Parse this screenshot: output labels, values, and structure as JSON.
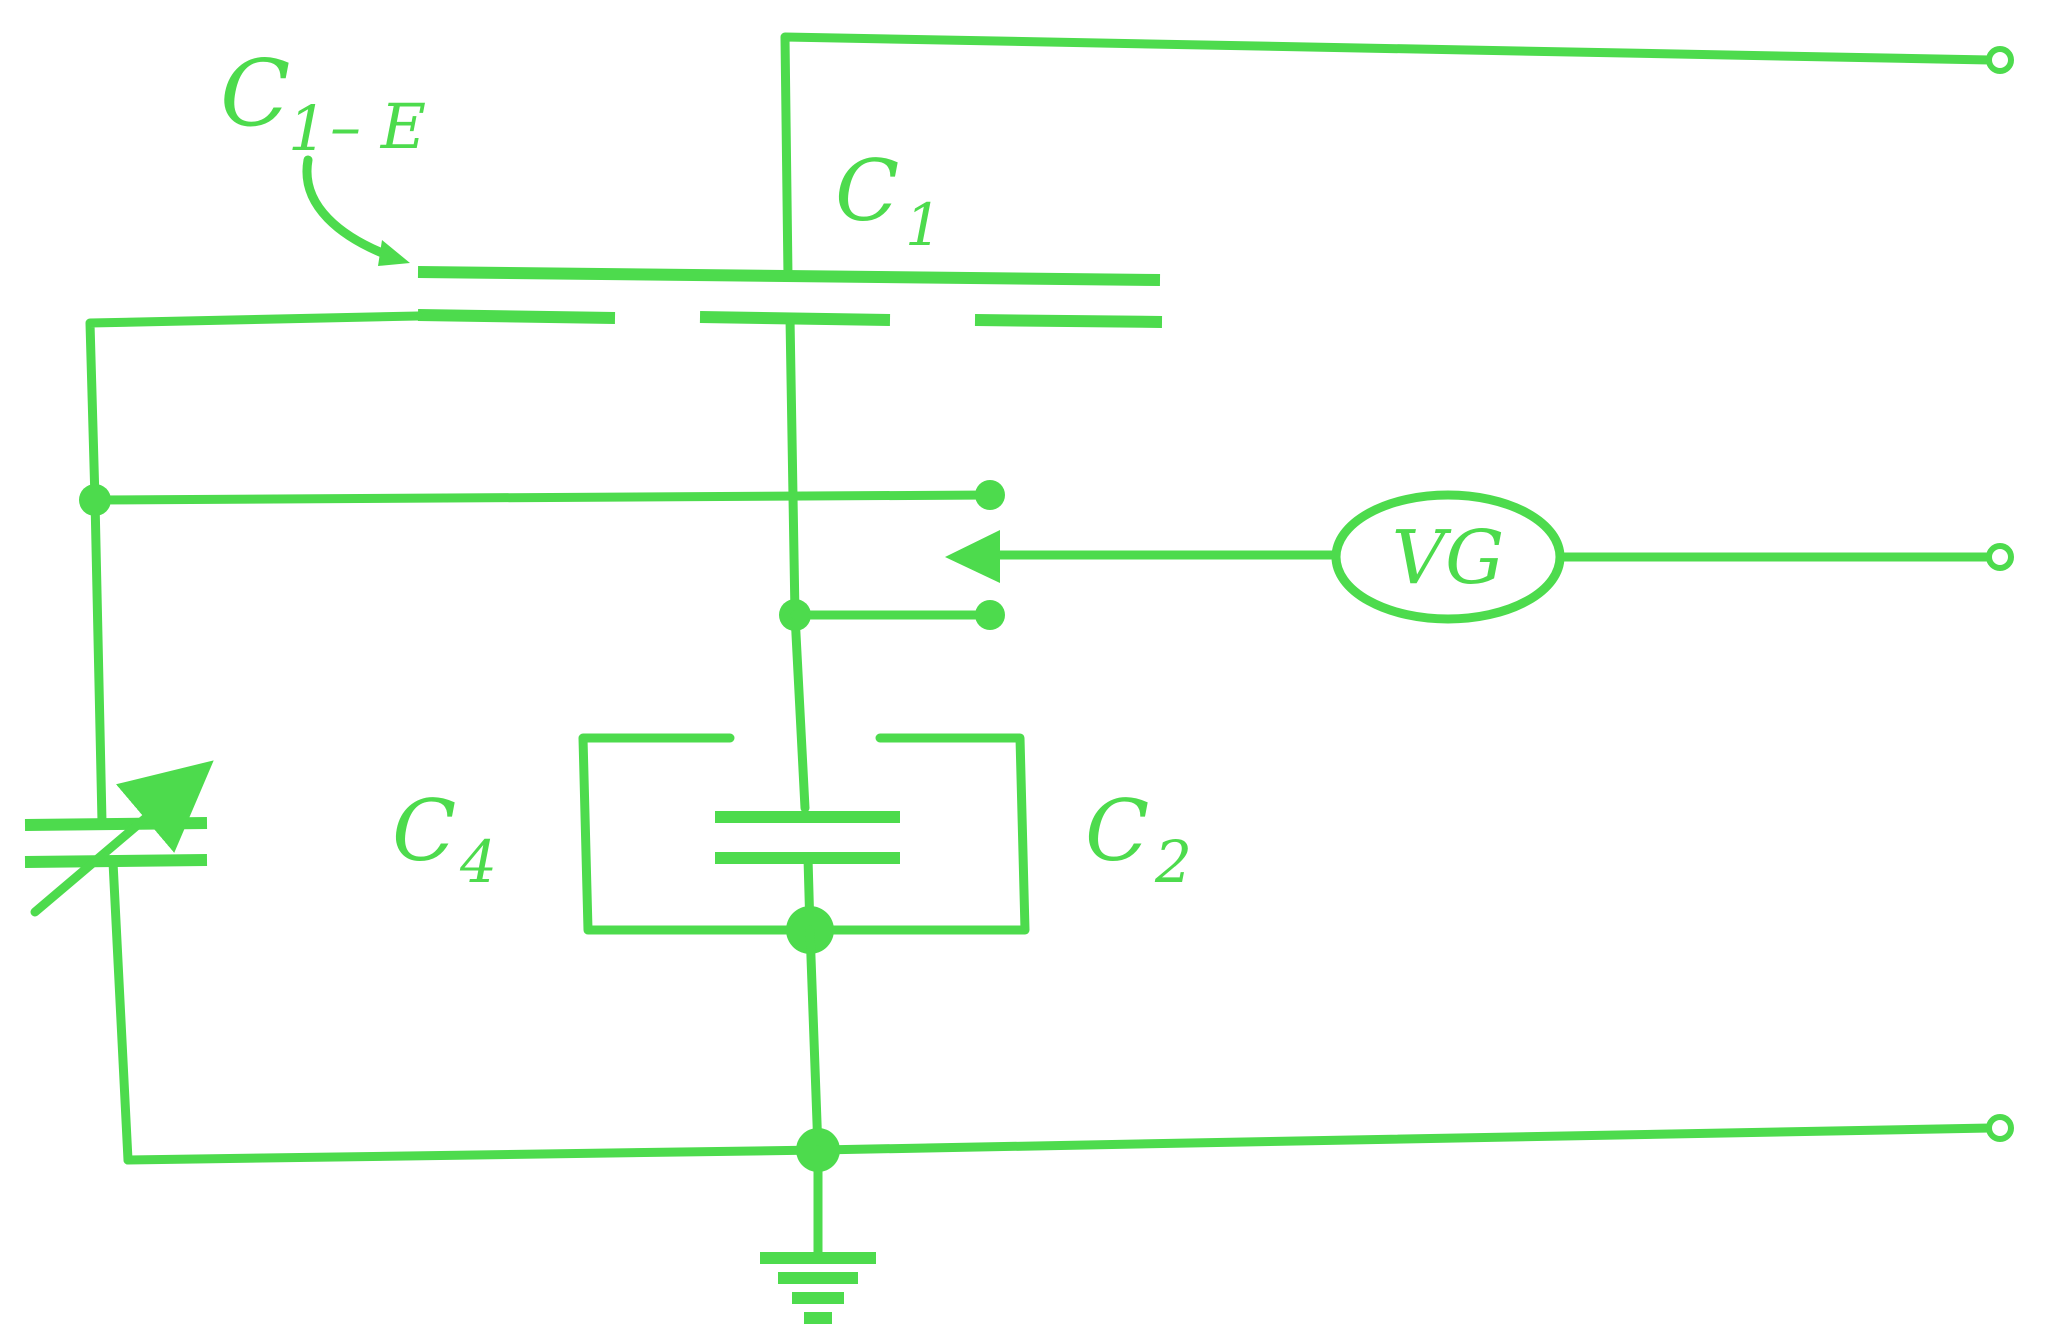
{
  "colors": {
    "line": "#4ddb4d",
    "background": "#ffffff"
  },
  "labels": {
    "c1_e_main": "C",
    "c1_e_sub": "1",
    "c1_e_suffix": "– E",
    "c1_main": "C",
    "c1_sub": "1",
    "c4_main": "C",
    "c4_sub": "4",
    "c2_main": "C",
    "c2_sub": "2",
    "vg": "VG"
  },
  "components": {
    "capacitor_c1": "capacitor-icon",
    "capacitor_c4_c2": "capacitor-icon",
    "variable_capacitor": "variable-capacitor-icon",
    "vibration_galvanometer": "galvanometer-icon",
    "ground": "ground-icon",
    "terminals": "terminal-icon"
  }
}
